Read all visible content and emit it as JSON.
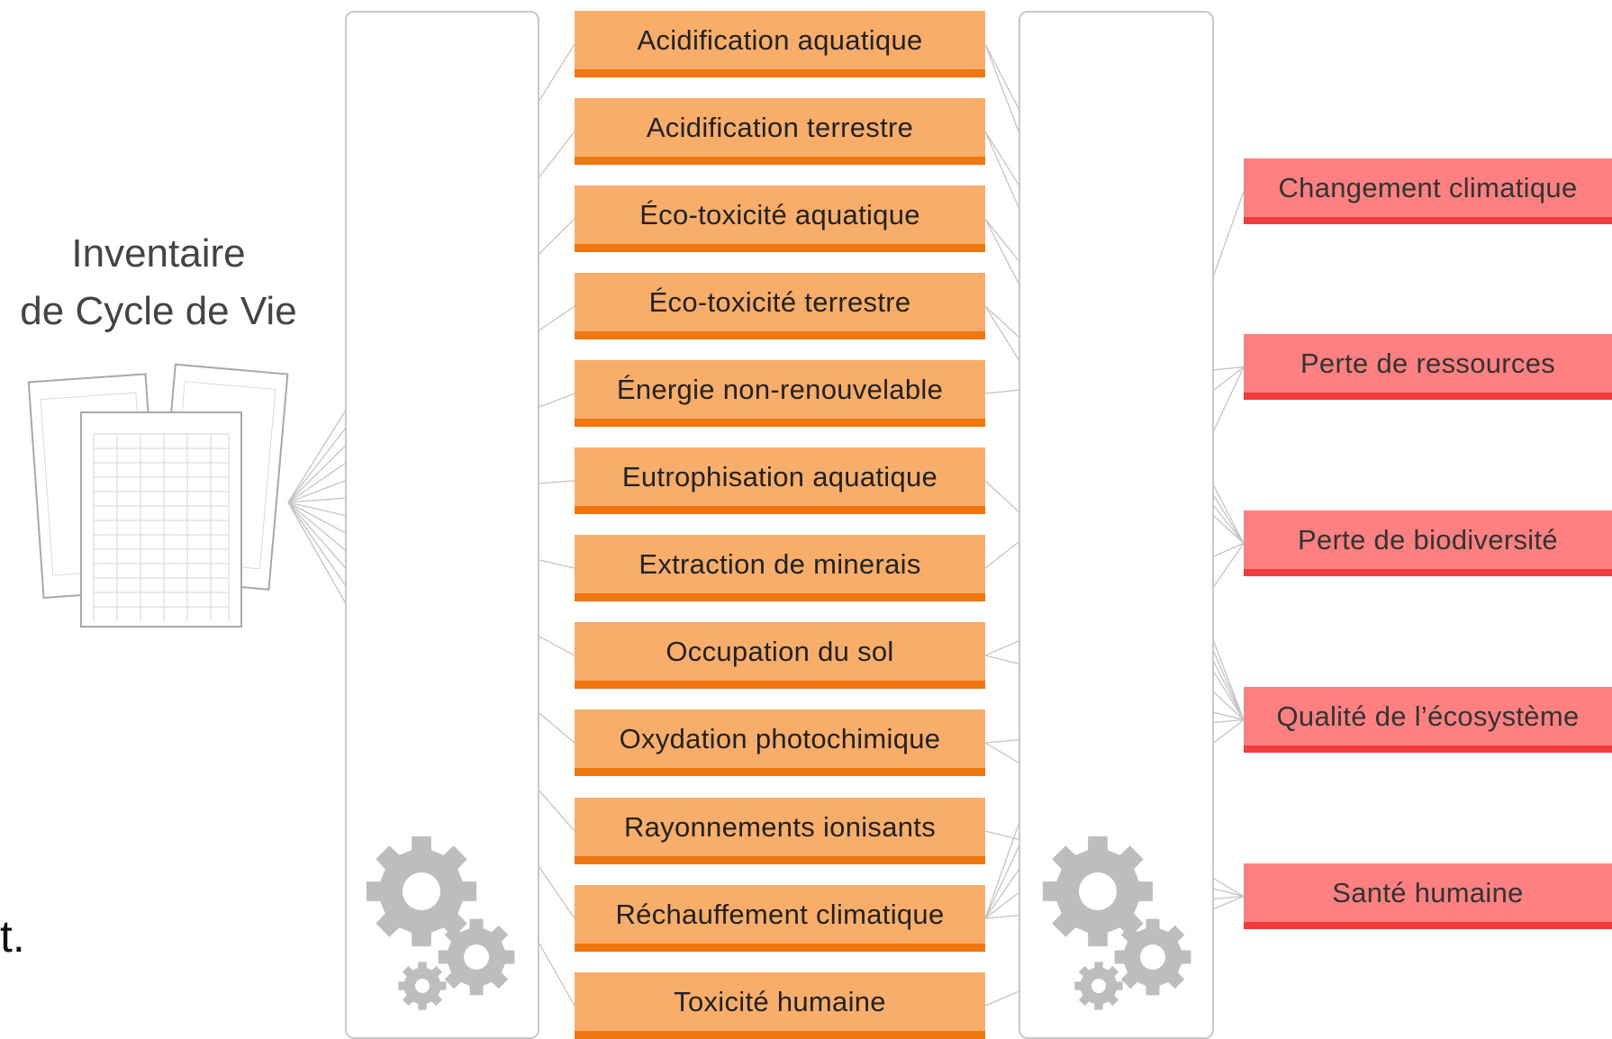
{
  "inventory": {
    "title_line1": "Inventaire",
    "title_line2": "de Cycle de Vie",
    "icon": "documents-icon"
  },
  "stray_text": "t.",
  "midpoint_categories": [
    "Acidification aquatique",
    "Acidification terrestre",
    "Éco-toxicité aquatique",
    "Éco-toxicité terrestre",
    "Énergie non-renouvelable",
    "Eutrophisation aquatique",
    "Extraction de minerais",
    "Occupation du sol",
    "Oxydation photochimique",
    "Rayonnements ionisants",
    "Réchauffement climatique",
    "Toxicité humaine"
  ],
  "endpoint_categories": [
    "Changement climatique",
    "Perte de ressources",
    "Perte de biodiversité",
    "Qualité de l’écosystème",
    "Santé humaine"
  ],
  "midpoint_to_endpoint_links": [
    [
      0,
      2
    ],
    [
      0,
      3
    ],
    [
      1,
      2
    ],
    [
      1,
      3
    ],
    [
      2,
      2
    ],
    [
      2,
      3
    ],
    [
      3,
      2
    ],
    [
      3,
      3
    ],
    [
      4,
      1
    ],
    [
      5,
      3
    ],
    [
      6,
      1
    ],
    [
      7,
      2
    ],
    [
      7,
      3
    ],
    [
      8,
      3
    ],
    [
      8,
      4
    ],
    [
      9,
      4
    ],
    [
      10,
      0
    ],
    [
      10,
      1
    ],
    [
      10,
      2
    ],
    [
      10,
      3
    ],
    [
      10,
      4
    ],
    [
      11,
      4
    ]
  ],
  "colors": {
    "midpoint_fill": "#f8ad6a",
    "midpoint_bar": "#f0760f",
    "endpoint_fill": "#ff8080",
    "endpoint_bar": "#f03c3c",
    "link_line": "#c4c4c4",
    "gear": "#bdbdbd"
  },
  "icons": [
    "documents-icon",
    "gear-icon"
  ]
}
